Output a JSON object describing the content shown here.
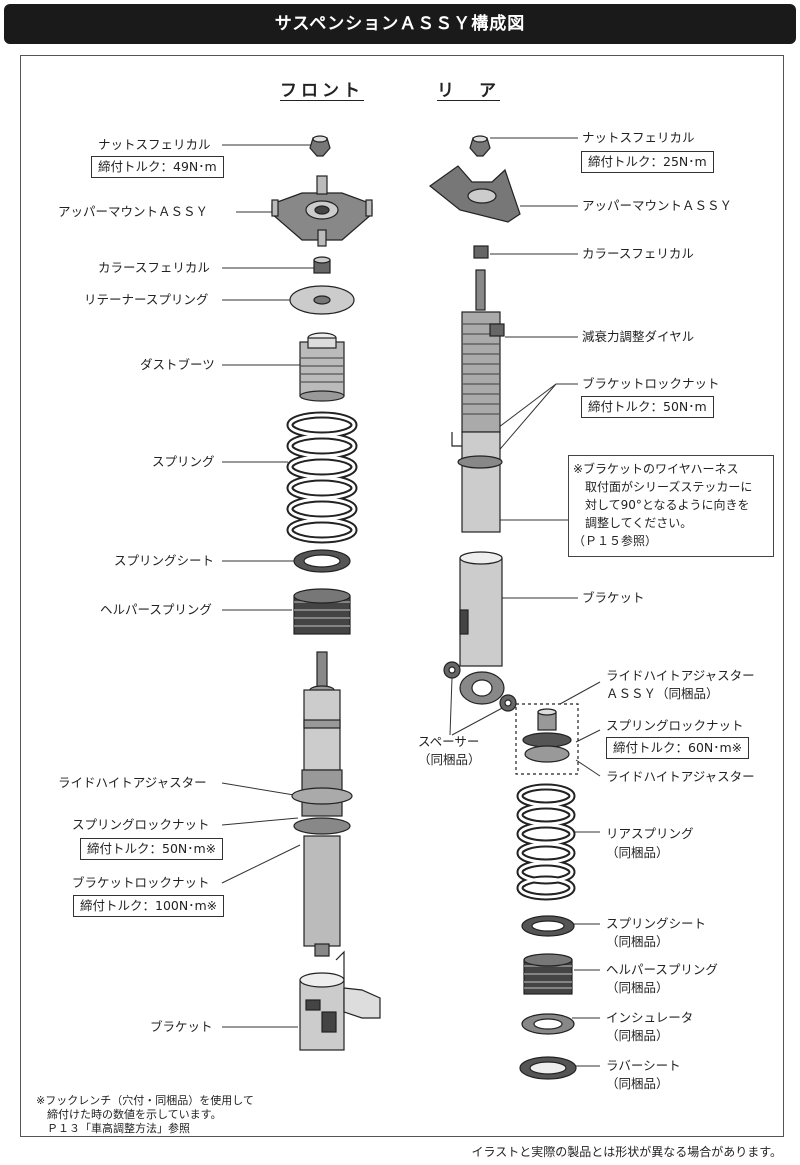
{
  "title": "サスペンションＡＳＳＹ構成図",
  "columns": {
    "front": "フロント",
    "rear": "リ　ア"
  },
  "front": {
    "nut": "ナットスフェリカル",
    "nut_torque": "締付トルク：49N･m",
    "upper_mount": "アッパーマウントＡＳＳＹ",
    "collar": "カラースフェリカル",
    "retainer": "リテーナースプリング",
    "dust_boot": "ダストブーツ",
    "spring": "スプリング",
    "spring_seat": "スプリングシート",
    "helper_spring": "ヘルパースプリング",
    "ride_height": "ライドハイトアジャスター",
    "spring_locknut": "スプリングロックナット",
    "spring_locknut_torque": "締付トルク：50N･m※",
    "bracket_locknut": "ブラケットロックナット",
    "bracket_locknut_torque": "締付トルク：100N･m※",
    "bracket": "ブラケット"
  },
  "rear": {
    "nut": "ナットスフェリカル",
    "nut_torque": "締付トルク：25N･m",
    "upper_mount": "アッパーマウントＡＳＳＹ",
    "collar": "カラースフェリカル",
    "damping_dial": "減衰力調整ダイヤル",
    "bracket_locknut": "ブラケットロックナット",
    "bracket_locknut_torque": "締付トルク：50N･m",
    "note": [
      "※ブラケットのワイヤハーネス",
      "　取付面がシリーズステッカーに",
      "　対して90°となるように向きを",
      "　調整してください。",
      "（Ｐ１５参照）"
    ],
    "bracket": "ブラケット",
    "ride_height_assy_1": "ライドハイトアジャスター",
    "ride_height_assy_2": "ＡＳＳＹ（同梱品）",
    "spring_locknut": "スプリングロックナット",
    "spring_locknut_torque": "締付トルク：60N･m※",
    "ride_height": "ライドハイトアジャスター",
    "spacer": "スペーサー",
    "spacer_sub": "（同梱品）",
    "rear_spring": "リアスプリング",
    "rear_spring_sub": "（同梱品）",
    "spring_seat": "スプリングシート",
    "spring_seat_sub": "（同梱品）",
    "helper_spring": "ヘルパースプリング",
    "helper_spring_sub": "（同梱品）",
    "insulator": "インシュレータ",
    "insulator_sub": "（同梱品）",
    "rubber_seat": "ラバーシート",
    "rubber_seat_sub": "（同梱品）"
  },
  "footnote": [
    "※フックレンチ（穴付・同梱品）を使用して",
    "　締付けた時の数値を示しています。",
    "　Ｐ１３「車高調整方法」参照"
  ],
  "disclaimer": "イラストと実際の製品とは形状が異なる場合があります。"
}
